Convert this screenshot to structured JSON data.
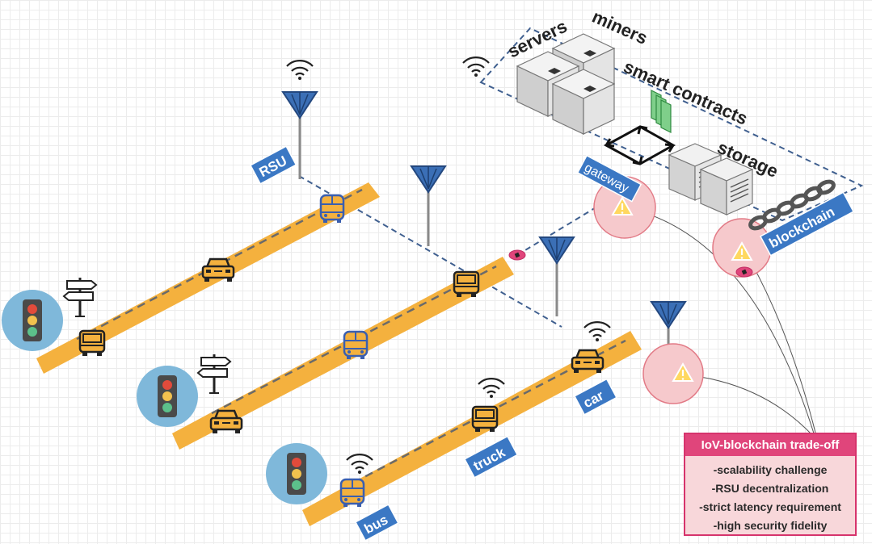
{
  "labels": {
    "rsu": "RSU",
    "gateway": "gateway",
    "blockchain": "blockchain",
    "car": "car",
    "truck": "truck",
    "bus": "bus"
  },
  "infrastructure": {
    "servers": "servers",
    "miners": "miners",
    "smart_contracts": "smart contracts",
    "storage": "storage"
  },
  "tradeoff": {
    "title": "IoV-blockchain trade-off",
    "items": [
      "-scalability challenge",
      "-RSU decentralization",
      "-strict latency requirement",
      "-high security fidelity"
    ]
  },
  "colors": {
    "road": "#f4b13e",
    "antenna": "#3b6fb6",
    "tag": "#3b78c4",
    "alert": "#f6c9cc",
    "traffic_light_bg": "#7fb8da",
    "dashed_link": "#3f5f8f",
    "tradeoff_head": "#e0457b"
  }
}
